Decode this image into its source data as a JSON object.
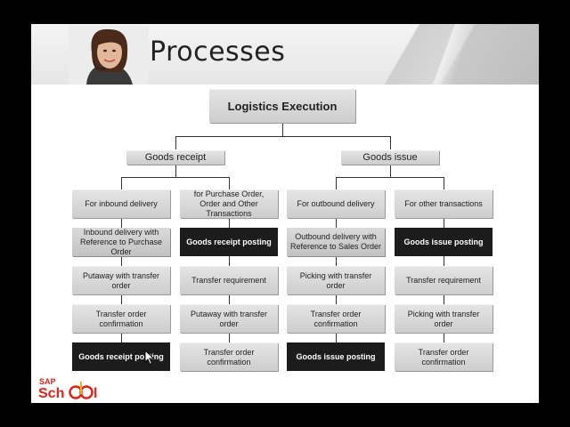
{
  "slide": {
    "title": "Processes"
  },
  "diagram": {
    "root": "Logistics Execution",
    "goods_receipt": {
      "label": "Goods receipt",
      "columns": [
        {
          "header": "For inbound delivery",
          "steps": [
            {
              "text": "Inbound delivery with Reference to Purchase Order",
              "style": "mid"
            },
            {
              "text": "Putaway with transfer order",
              "style": "grey"
            },
            {
              "text": "Transfer order confirmation",
              "style": "grey"
            },
            {
              "text": "Goods receipt posting",
              "style": "dark"
            }
          ]
        },
        {
          "header": "for Purchase Order, Order and Other Transactions",
          "steps": [
            {
              "text": "Goods receipt posting",
              "style": "dark"
            },
            {
              "text": "Transfer requirement",
              "style": "grey"
            },
            {
              "text": "Putaway with transfer order",
              "style": "grey"
            },
            {
              "text": "Transfer order confirmation",
              "style": "grey"
            }
          ]
        }
      ]
    },
    "goods_issue": {
      "label": "Goods issue",
      "columns": [
        {
          "header": "For outbound delivery",
          "steps": [
            {
              "text": "Outbound delivery with Reference to Sales Order",
              "style": "mid"
            },
            {
              "text": "Picking with transfer order",
              "style": "grey"
            },
            {
              "text": "Transfer order confirmation",
              "style": "grey"
            },
            {
              "text": "Goods issue posting",
              "style": "dark"
            }
          ]
        },
        {
          "header": "For other transactions",
          "steps": [
            {
              "text": "Goods issue posting",
              "style": "dark"
            },
            {
              "text": "Transfer requirement",
              "style": "grey"
            },
            {
              "text": "Picking with transfer order",
              "style": "grey"
            },
            {
              "text": "Transfer order confirmation",
              "style": "grey"
            }
          ]
        }
      ]
    }
  },
  "logo": {
    "line1": "SAP",
    "line2": "Sch",
    "line3": "l"
  },
  "colors": {
    "dark_box": "#1c1c1c",
    "grey_box": "#d6d6d6",
    "logo_red": "#d9261c"
  }
}
